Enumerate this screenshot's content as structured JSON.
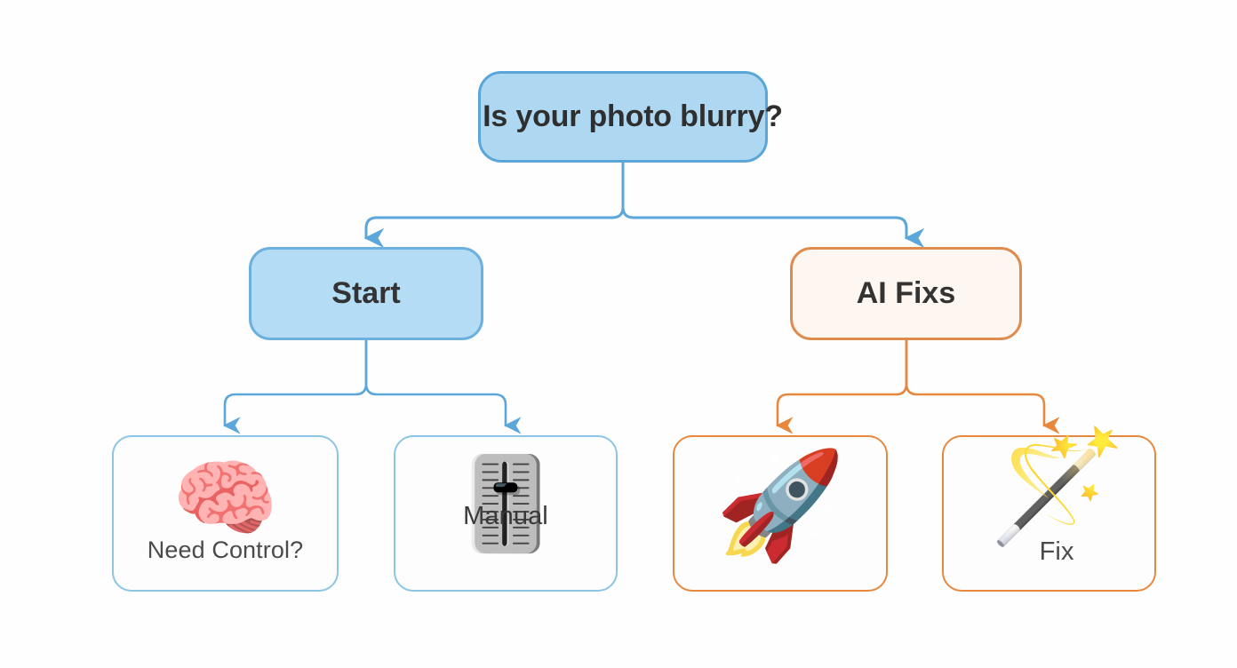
{
  "diagram": {
    "title": "Photo blurry decision flowchart",
    "background": "#fefefe",
    "colors": {
      "blue_border": "#5aa6d8",
      "blue_fill": "#aed8f2",
      "blue_light_border": "#8dc5e4",
      "orange_border": "#e7883f",
      "orange_fill": "#fdf6f1",
      "text_dark": "#333333",
      "text_gray": "#4b4b4b",
      "edge_blue": "#5ba7d9",
      "edge_orange": "#e7883f"
    }
  },
  "nodes": {
    "root": {
      "label": "Is your photo blurry?"
    },
    "start": {
      "label": "Start"
    },
    "ai_fixes": {
      "label": "AI Fixs"
    },
    "need_control": {
      "icon": "brain-icon",
      "glyph": "🧠",
      "label": "Need Control?"
    },
    "manual": {
      "icon": "level-slider-icon",
      "glyph": "🎚️",
      "label": "Manual"
    },
    "rocket": {
      "icon": "rocket-icon",
      "glyph": "🚀",
      "label": ""
    },
    "fix": {
      "icon": "magic-wand-icon",
      "glyph": "🪄",
      "label": "Fix"
    }
  },
  "edges": [
    {
      "from": "root",
      "to": "start",
      "color": "#5ba7d9"
    },
    {
      "from": "root",
      "to": "ai_fixes",
      "color": "#5ba7d9"
    },
    {
      "from": "start",
      "to": "need_control",
      "color": "#5ba7d9"
    },
    {
      "from": "start",
      "to": "manual",
      "color": "#5ba7d9"
    },
    {
      "from": "ai_fixes",
      "to": "rocket",
      "color": "#e7883f"
    },
    {
      "from": "ai_fixes",
      "to": "fix",
      "color": "#e7883f"
    }
  ]
}
